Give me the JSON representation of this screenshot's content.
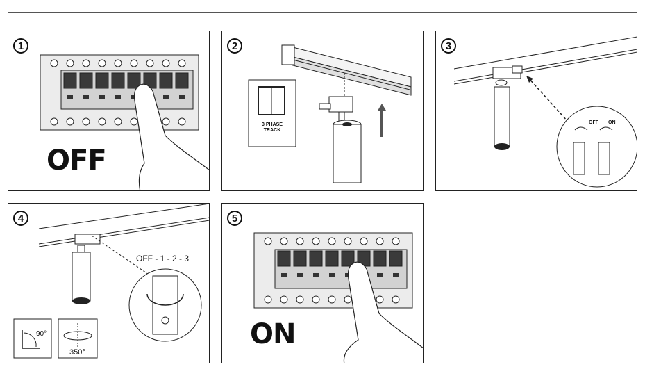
{
  "steps": [
    {
      "number": "1",
      "caption": "OFF"
    },
    {
      "number": "2",
      "track_label": "3 PHASE\nTRACK"
    },
    {
      "number": "3",
      "off_label": "OFF",
      "on_label": "ON"
    },
    {
      "number": "4",
      "phase_label": "OFF - 1 - 2 - 3",
      "tilt_angle": "90°",
      "rotation_angle": "350°"
    },
    {
      "number": "5",
      "caption": "ON"
    }
  ],
  "colors": {
    "line": "#222222",
    "breaker_dark": "#3a3a3a",
    "breaker_light": "#c8c8c8",
    "panel_gray": "#e6e6e6"
  }
}
